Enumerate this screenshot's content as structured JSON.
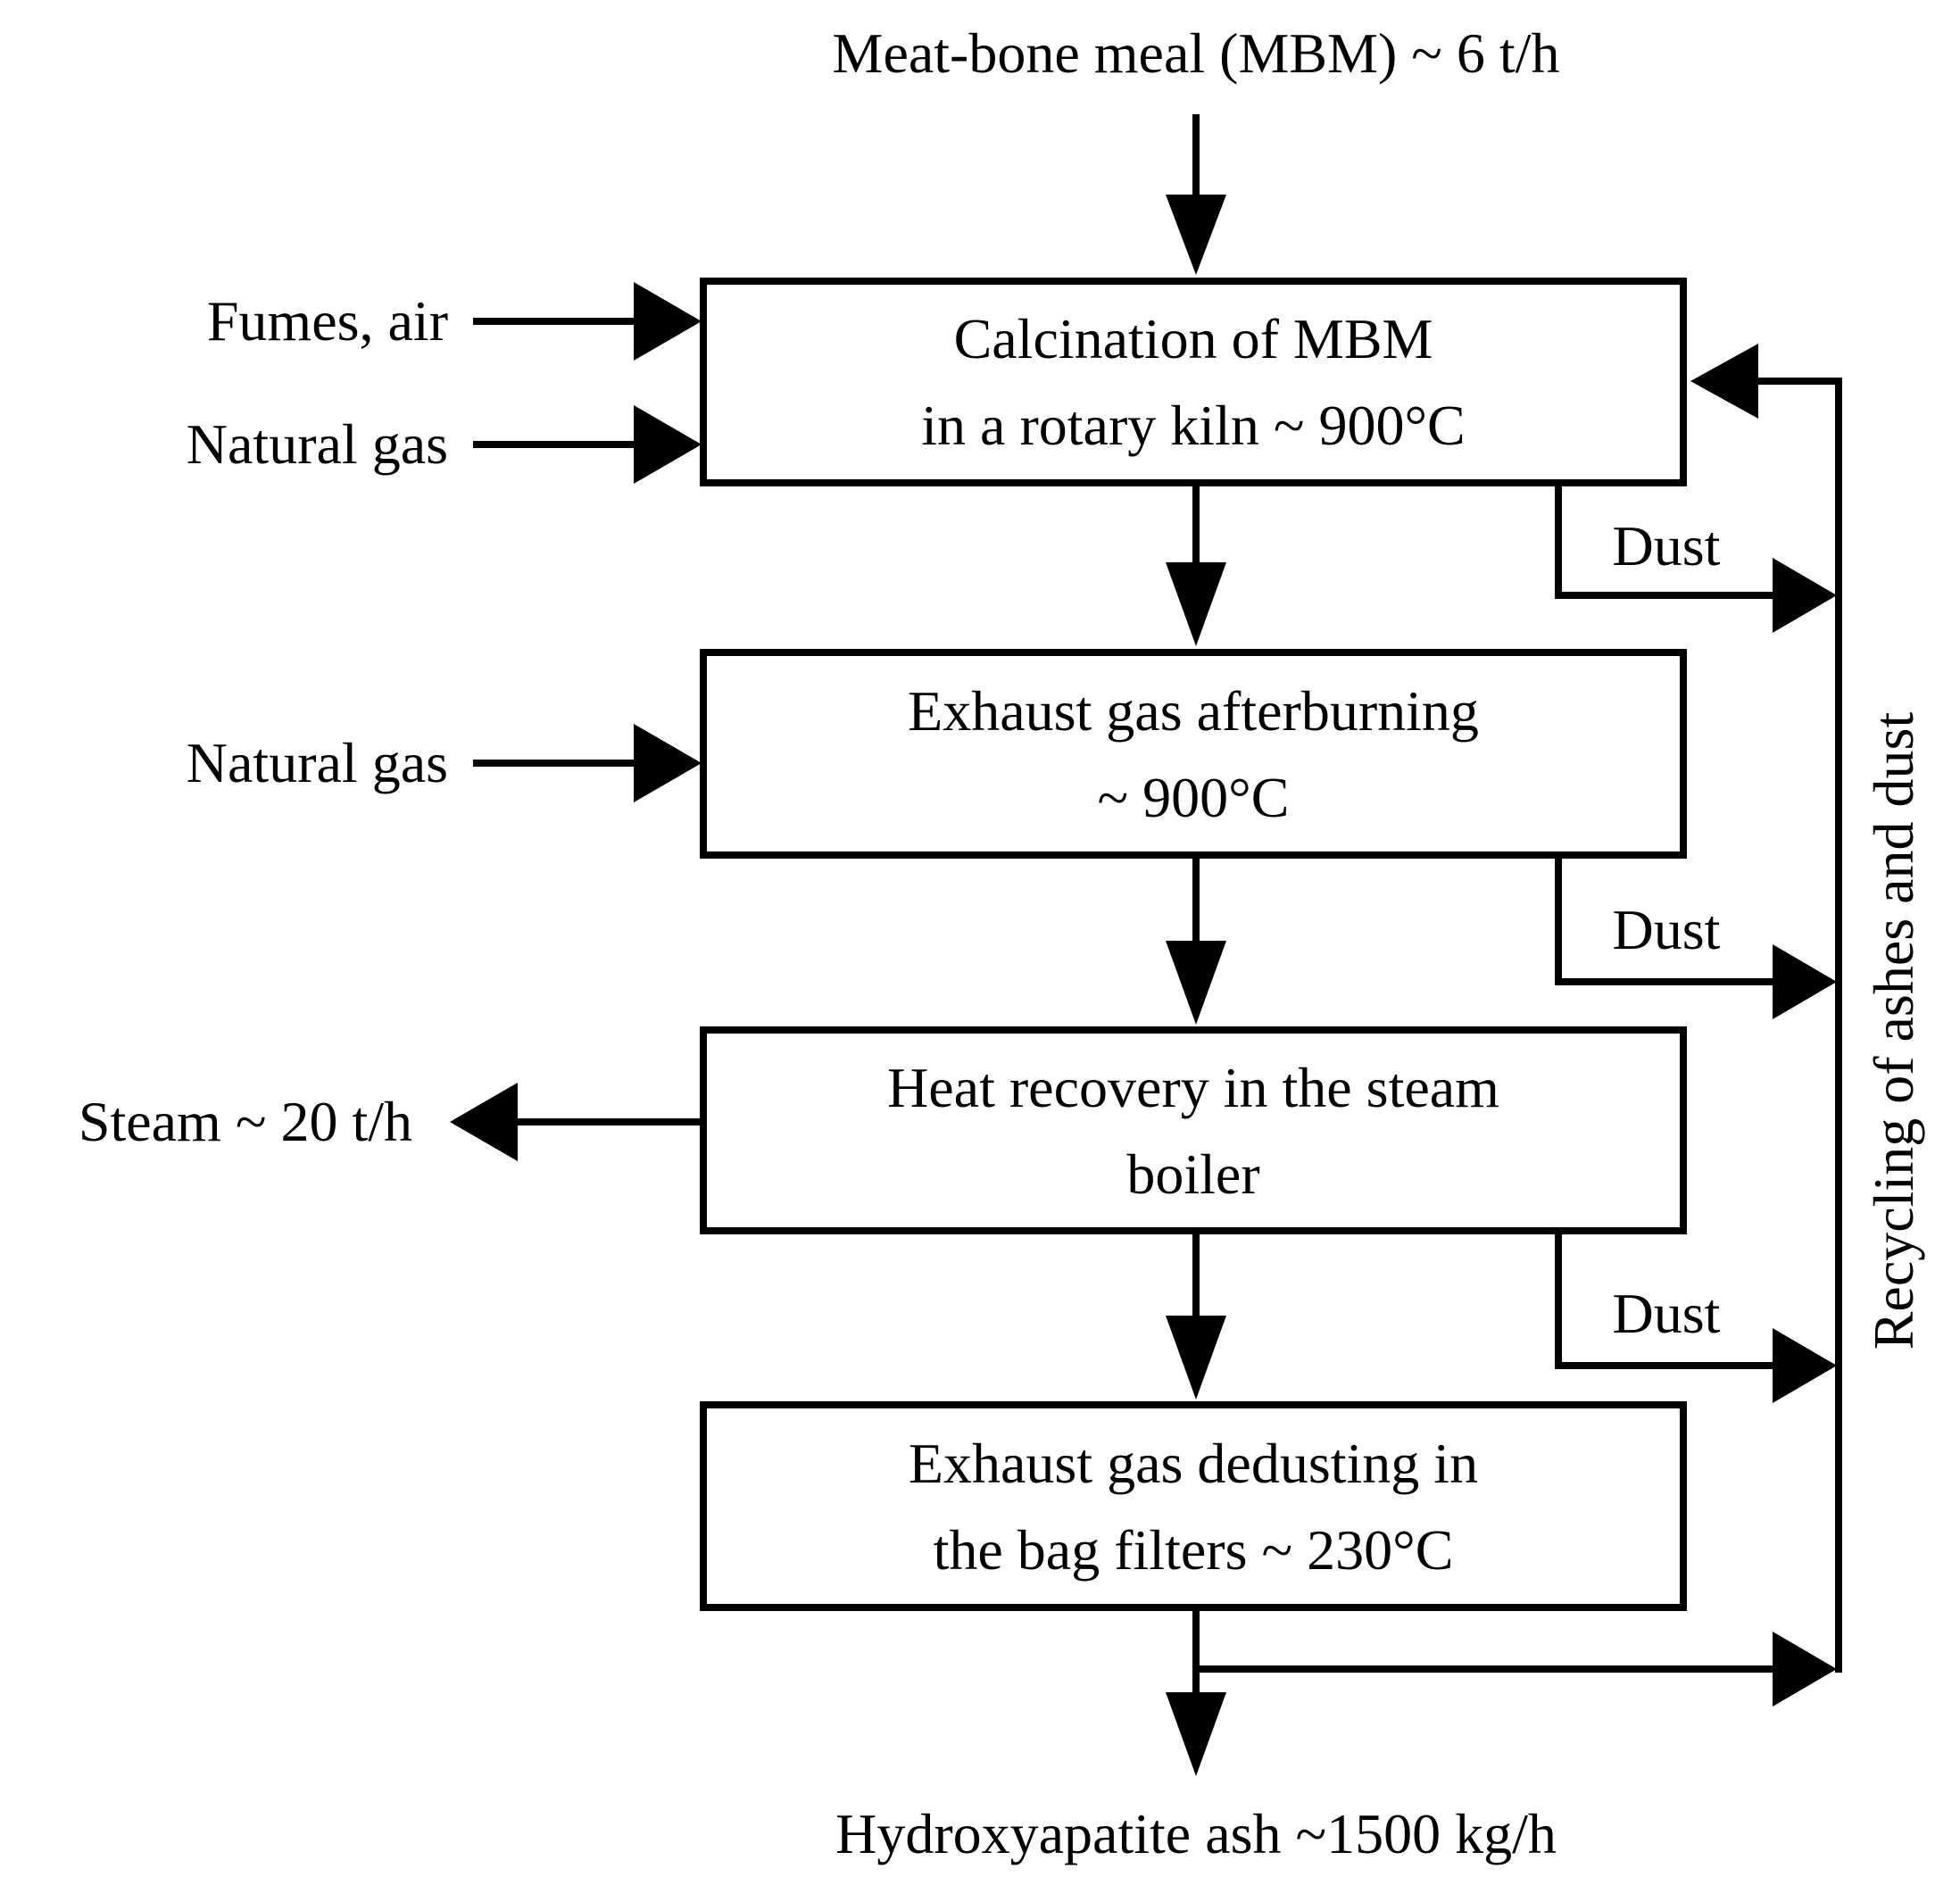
{
  "flowchart": {
    "top_input": "Meat-bone meal (MBM) ~ 6 t/h",
    "side_inputs": {
      "fumes_air": "Fumes, air",
      "natural_gas_1": "Natural gas",
      "natural_gas_2": "Natural gas"
    },
    "boxes": [
      {
        "line1": "Calcination of MBM",
        "line2": "in a rotary kiln ~ 900°C"
      },
      {
        "line1": "Exhaust gas afterburning",
        "line2": "~ 900°C"
      },
      {
        "line1": "Heat recovery in the steam",
        "line2": "boiler"
      },
      {
        "line1": "Exhaust gas dedusting in",
        "line2": "the bag filters ~ 230°C"
      }
    ],
    "dust_labels": [
      "Dust",
      "Dust",
      "Dust"
    ],
    "steam_output": "Steam ~ 20 t/h",
    "recycle_label": "Recycling of ashes and dust",
    "bottom_output": "Hydroxyapatite ash ~1500 kg/h",
    "colors": {
      "line": "#000000",
      "text": "#000000",
      "background": "#ffffff"
    }
  }
}
